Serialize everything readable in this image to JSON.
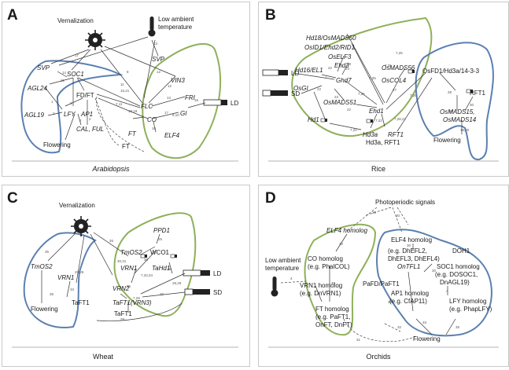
{
  "panels": {
    "a": {
      "letter": "A",
      "caption": "Arabidopsis",
      "vernalization": "Vernalization",
      "low_temp": [
        "Low ambient",
        "temperature"
      ],
      "ld": "LD",
      "flowering": "Flowering",
      "genes": {
        "svp_left": "SVP",
        "soc1": "SOC1",
        "agl24": "AGL24",
        "fd_ft": "FD/FT",
        "agl19": "AGL19",
        "lfy": "LFY",
        "ap1": "AP1",
        "cal_ful": "CAL, FUL",
        "svp_right": "SVP",
        "vin3": "VIN3",
        "fri": "FRI",
        "flc": "FLC",
        "gi": "GI",
        "co": "CO",
        "elf4": "ELF4",
        "ft_inner": "FT",
        "ft_outer": "FT"
      },
      "refs": [
        "17",
        "13",
        "12",
        "8",
        "14",
        "21",
        "15,21",
        "11",
        "12",
        "13",
        "16",
        "7,11",
        "17",
        "18,19",
        "9,10",
        "1",
        "3",
        "2",
        "2",
        "2",
        "10"
      ]
    },
    "b": {
      "letter": "B",
      "caption": "Rice",
      "ld": "LD",
      "sd": "SD",
      "flowering": "Flowering",
      "genes": {
        "hd18": "Hd18/OsMADS50",
        "osid1": "OsID1/Ehd2/RID1",
        "oself3": "OsELF3",
        "ehd3": "Ehd3",
        "hd16": "Hd16/EL1",
        "ghd7": "Ghd7",
        "osmads56": "OsMADS56",
        "oscol4": "OsCOL4",
        "osgi": "OsGI",
        "osmads51": "OsMADS51",
        "ehd1": "Ehd1",
        "hd1": "Hd1",
        "hd3a": "Hd3a",
        "rft1": "RFT1",
        "hd3a_rft1": "Hd3a, RFT1",
        "osfd1": "OsFD1/Hd3a/14-3-3",
        "rft1_right": "RFT1",
        "osmads15": "OsMADS15,",
        "osmads14": "OsMADS14"
      },
      "refs": [
        "7,25",
        "7,25",
        "7,25",
        "22",
        "7",
        "23",
        "24",
        "27",
        "22",
        "7,25",
        "23",
        "22",
        "7,22",
        "7,28,22",
        "7,22",
        "7,25",
        "28",
        "30",
        "16,20",
        "20"
      ]
    },
    "c": {
      "letter": "C",
      "caption": "Wheat",
      "vernalization": "Vernalization",
      "ld": "LD",
      "sd": "SD",
      "flowering": "Flowering",
      "genes": {
        "tmos2_left": "TmOS2",
        "vrn1_left": "VRN1",
        "taft1_left": "TaFT1",
        "ppd1": "PPD1",
        "tmos2_right": "TmOS2",
        "wco1": "WCO1",
        "vrn1_right": "VRN1",
        "tahd1": "TaHd1",
        "vrn2": "VRN2",
        "taft1_vrn3": "TaFT1(VRN3)",
        "taft1_bottom": "TaFT1"
      },
      "refs": [
        "35",
        "35",
        "25,29",
        "26",
        "30,31",
        "36",
        "25",
        "7,33,34",
        "33",
        "35",
        "38",
        "28,29",
        "30",
        "7,29",
        "28"
      ]
    },
    "d": {
      "letter": "D",
      "caption": "Orchids",
      "photoperiodic": "Photoperiodic signals",
      "low_temp": [
        "Low ambient",
        "temperature"
      ],
      "flowering": "Flowering",
      "genes": {
        "elf4_l1": "ELF4 homolog",
        "co_l1": "CO homolog",
        "co_l2": "(e.g. PhalCOL)",
        "vrn1_l1": "VRN1 homolog",
        "vrn1_l2": "(e.g. DnVRN1)",
        "ft_l1": "FT homolog",
        "ft_l2": "(e.g. PaFT1,",
        "ft_l3": "OnFT, DnFT)",
        "elf4r_l1": "ELF4 homolog",
        "elf4r_l2": "(e.g. DhEFL2,",
        "elf4r_l3": "DhEFL3, DhEFL4)",
        "doh1": "DOH1",
        "ontfl1": "OnTFL1",
        "soc1_l1": "SOC1 homolog",
        "soc1_l2": "(e.g. DOSOC1,",
        "soc1_l3": "DnAGL19)",
        "pafd": "PaFD/PaFT1",
        "ap1_l1": "AP1 homolog",
        "ap1_l2": "(e.g. CfAP11)",
        "lfy_l1": "LFY homolog",
        "lfy_l2": "(e.g. PhapLFY)"
      },
      "refs": [
        "30",
        "30",
        "30",
        "4",
        "30",
        "30",
        "30",
        "31",
        "32",
        "4",
        "32",
        "4",
        "35",
        "33"
      ]
    }
  },
  "colors": {
    "green_region": "#8fb05a",
    "blue_region": "#5b80b0"
  }
}
